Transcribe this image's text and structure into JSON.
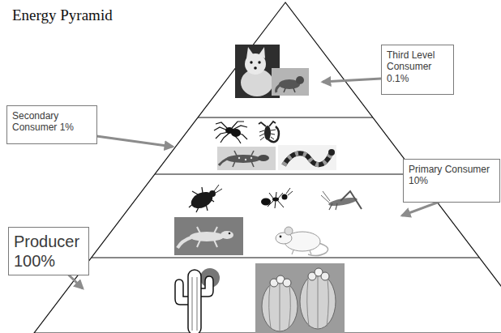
{
  "diagram": {
    "title": "Energy Pyramid",
    "nodes": [
      {
        "text": [
          "Third Level Consumer 0.1%"
        ]
      },
      {
        "text": [
          "Secondary Consumer 1%"
        ]
      },
      {
        "text": [
          "Primary Consumer 10%"
        ]
      },
      {
        "text": [
          "Producer 100%"
        ]
      }
    ]
  }
}
